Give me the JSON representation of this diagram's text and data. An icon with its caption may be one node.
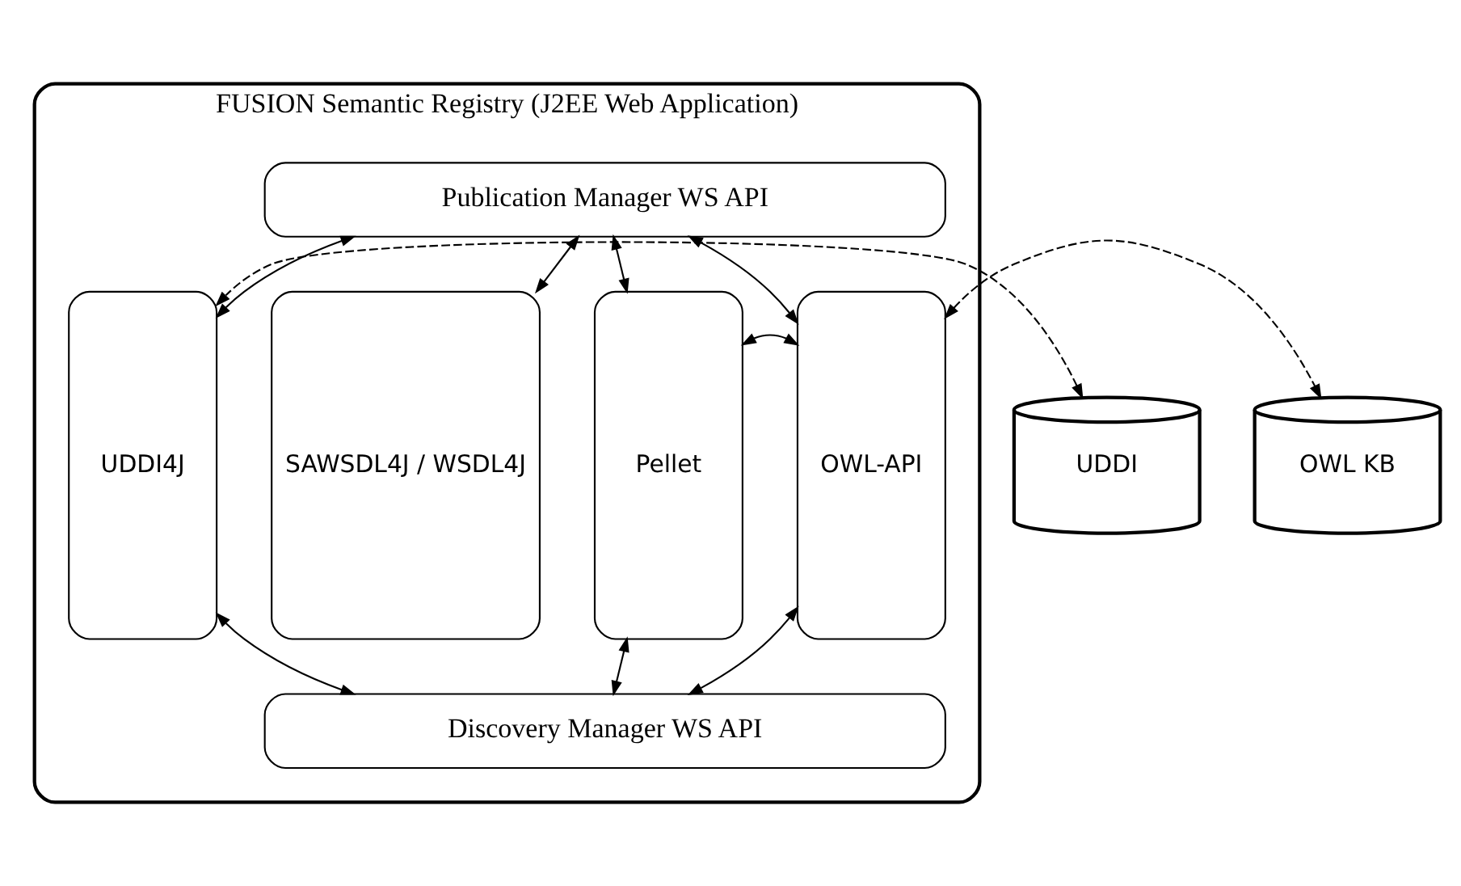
{
  "diagram": {
    "nodes": [
      {
        "text": [
          "FUSION Semantic Registry (J2EE Web Application)"
        ]
      },
      {
        "text": [
          "Publication Manager WS API"
        ],
        "in": 0
      },
      {
        "text": [
          "UDDI4J"
        ],
        "in": 0
      },
      {
        "text": [
          "SAWSDL4J / WSDL4J"
        ],
        "in": 0
      },
      {
        "text": [
          "Pellet"
        ],
        "in": 0
      },
      {
        "text": [
          "OWL-API"
        ],
        "in": 0
      },
      {
        "text": [
          "Discovery Manager WS API"
        ],
        "in": 0
      },
      {
        "text": [
          "UDDI"
        ]
      },
      {
        "text": [
          "OWL KB"
        ]
      }
    ],
    "edges": [
      {
        "from": 1,
        "to": 2,
        "arrow": "both"
      },
      {
        "from": 1,
        "to": 3,
        "arrow": "both"
      },
      {
        "from": 1,
        "to": 4,
        "arrow": "both"
      },
      {
        "from": 1,
        "to": 5,
        "arrow": "both"
      },
      {
        "from": 2,
        "to": 6,
        "arrow": "both"
      },
      {
        "from": 4,
        "to": 6,
        "arrow": "both"
      },
      {
        "from": 5,
        "to": 6,
        "arrow": "both"
      },
      {
        "from": 4,
        "to": 5,
        "arrow": "both"
      },
      {
        "from": 7,
        "to": 2,
        "arrow": "both",
        "style": "dashed"
      },
      {
        "from": 5,
        "to": 8,
        "arrow": "both",
        "style": "dashed"
      }
    ]
  }
}
